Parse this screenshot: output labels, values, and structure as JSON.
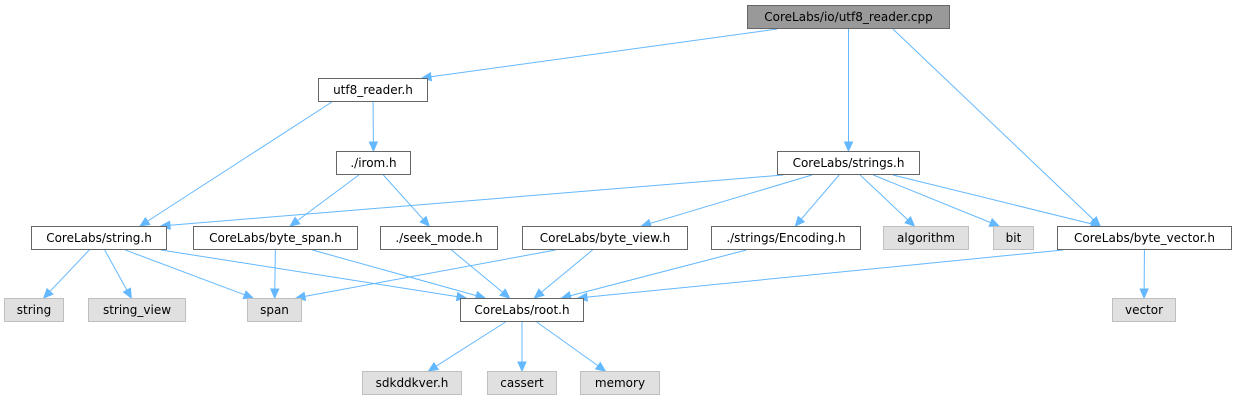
{
  "diagram": {
    "type": "include-dependency-graph",
    "edge_color": "#63b8ff",
    "colors": {
      "root_fill": "#999999",
      "node_fill": "#ffffff",
      "system_fill": "#e0e0e0",
      "border": "#666666"
    },
    "nodes": {
      "utf8_reader_cpp": {
        "label": "CoreLabs/io/utf8_reader.cpp",
        "kind": "root"
      },
      "utf8_reader_h": {
        "label": "utf8_reader.h",
        "kind": "file"
      },
      "strings_h": {
        "label": "CoreLabs/strings.h",
        "kind": "file"
      },
      "byte_vector_h": {
        "label": "CoreLabs/byte_vector.h",
        "kind": "file"
      },
      "irom_h": {
        "label": "./irom.h",
        "kind": "file"
      },
      "string_h": {
        "label": "CoreLabs/string.h",
        "kind": "file"
      },
      "byte_span_h": {
        "label": "CoreLabs/byte_span.h",
        "kind": "file"
      },
      "seek_mode_h": {
        "label": "./seek_mode.h",
        "kind": "file"
      },
      "byte_view_h": {
        "label": "CoreLabs/byte_view.h",
        "kind": "file"
      },
      "encoding_h": {
        "label": "./strings/Encoding.h",
        "kind": "file"
      },
      "algorithm": {
        "label": "algorithm",
        "kind": "system"
      },
      "bit": {
        "label": "bit",
        "kind": "system"
      },
      "string": {
        "label": "string",
        "kind": "system"
      },
      "string_view": {
        "label": "string_view",
        "kind": "system"
      },
      "span": {
        "label": "span",
        "kind": "system"
      },
      "root_h": {
        "label": "CoreLabs/root.h",
        "kind": "file"
      },
      "vector": {
        "label": "vector",
        "kind": "system"
      },
      "sdkddkver_h": {
        "label": "sdkddkver.h",
        "kind": "system"
      },
      "cassert": {
        "label": "cassert",
        "kind": "system"
      },
      "memory": {
        "label": "memory",
        "kind": "system"
      }
    },
    "edges": [
      [
        "utf8_reader_cpp",
        "utf8_reader_h"
      ],
      [
        "utf8_reader_cpp",
        "strings_h"
      ],
      [
        "utf8_reader_cpp",
        "byte_vector_h"
      ],
      [
        "utf8_reader_h",
        "irom_h"
      ],
      [
        "utf8_reader_h",
        "string_h"
      ],
      [
        "irom_h",
        "byte_span_h"
      ],
      [
        "irom_h",
        "seek_mode_h"
      ],
      [
        "strings_h",
        "string_h"
      ],
      [
        "strings_h",
        "byte_view_h"
      ],
      [
        "strings_h",
        "encoding_h"
      ],
      [
        "strings_h",
        "algorithm"
      ],
      [
        "strings_h",
        "bit"
      ],
      [
        "strings_h",
        "byte_vector_h"
      ],
      [
        "string_h",
        "string"
      ],
      [
        "string_h",
        "string_view"
      ],
      [
        "string_h",
        "span"
      ],
      [
        "string_h",
        "root_h"
      ],
      [
        "byte_span_h",
        "span"
      ],
      [
        "byte_span_h",
        "root_h"
      ],
      [
        "seek_mode_h",
        "root_h"
      ],
      [
        "byte_view_h",
        "span"
      ],
      [
        "byte_view_h",
        "root_h"
      ],
      [
        "encoding_h",
        "root_h"
      ],
      [
        "byte_vector_h",
        "root_h"
      ],
      [
        "byte_vector_h",
        "vector"
      ],
      [
        "root_h",
        "sdkddkver_h"
      ],
      [
        "root_h",
        "cassert"
      ],
      [
        "root_h",
        "memory"
      ]
    ]
  }
}
